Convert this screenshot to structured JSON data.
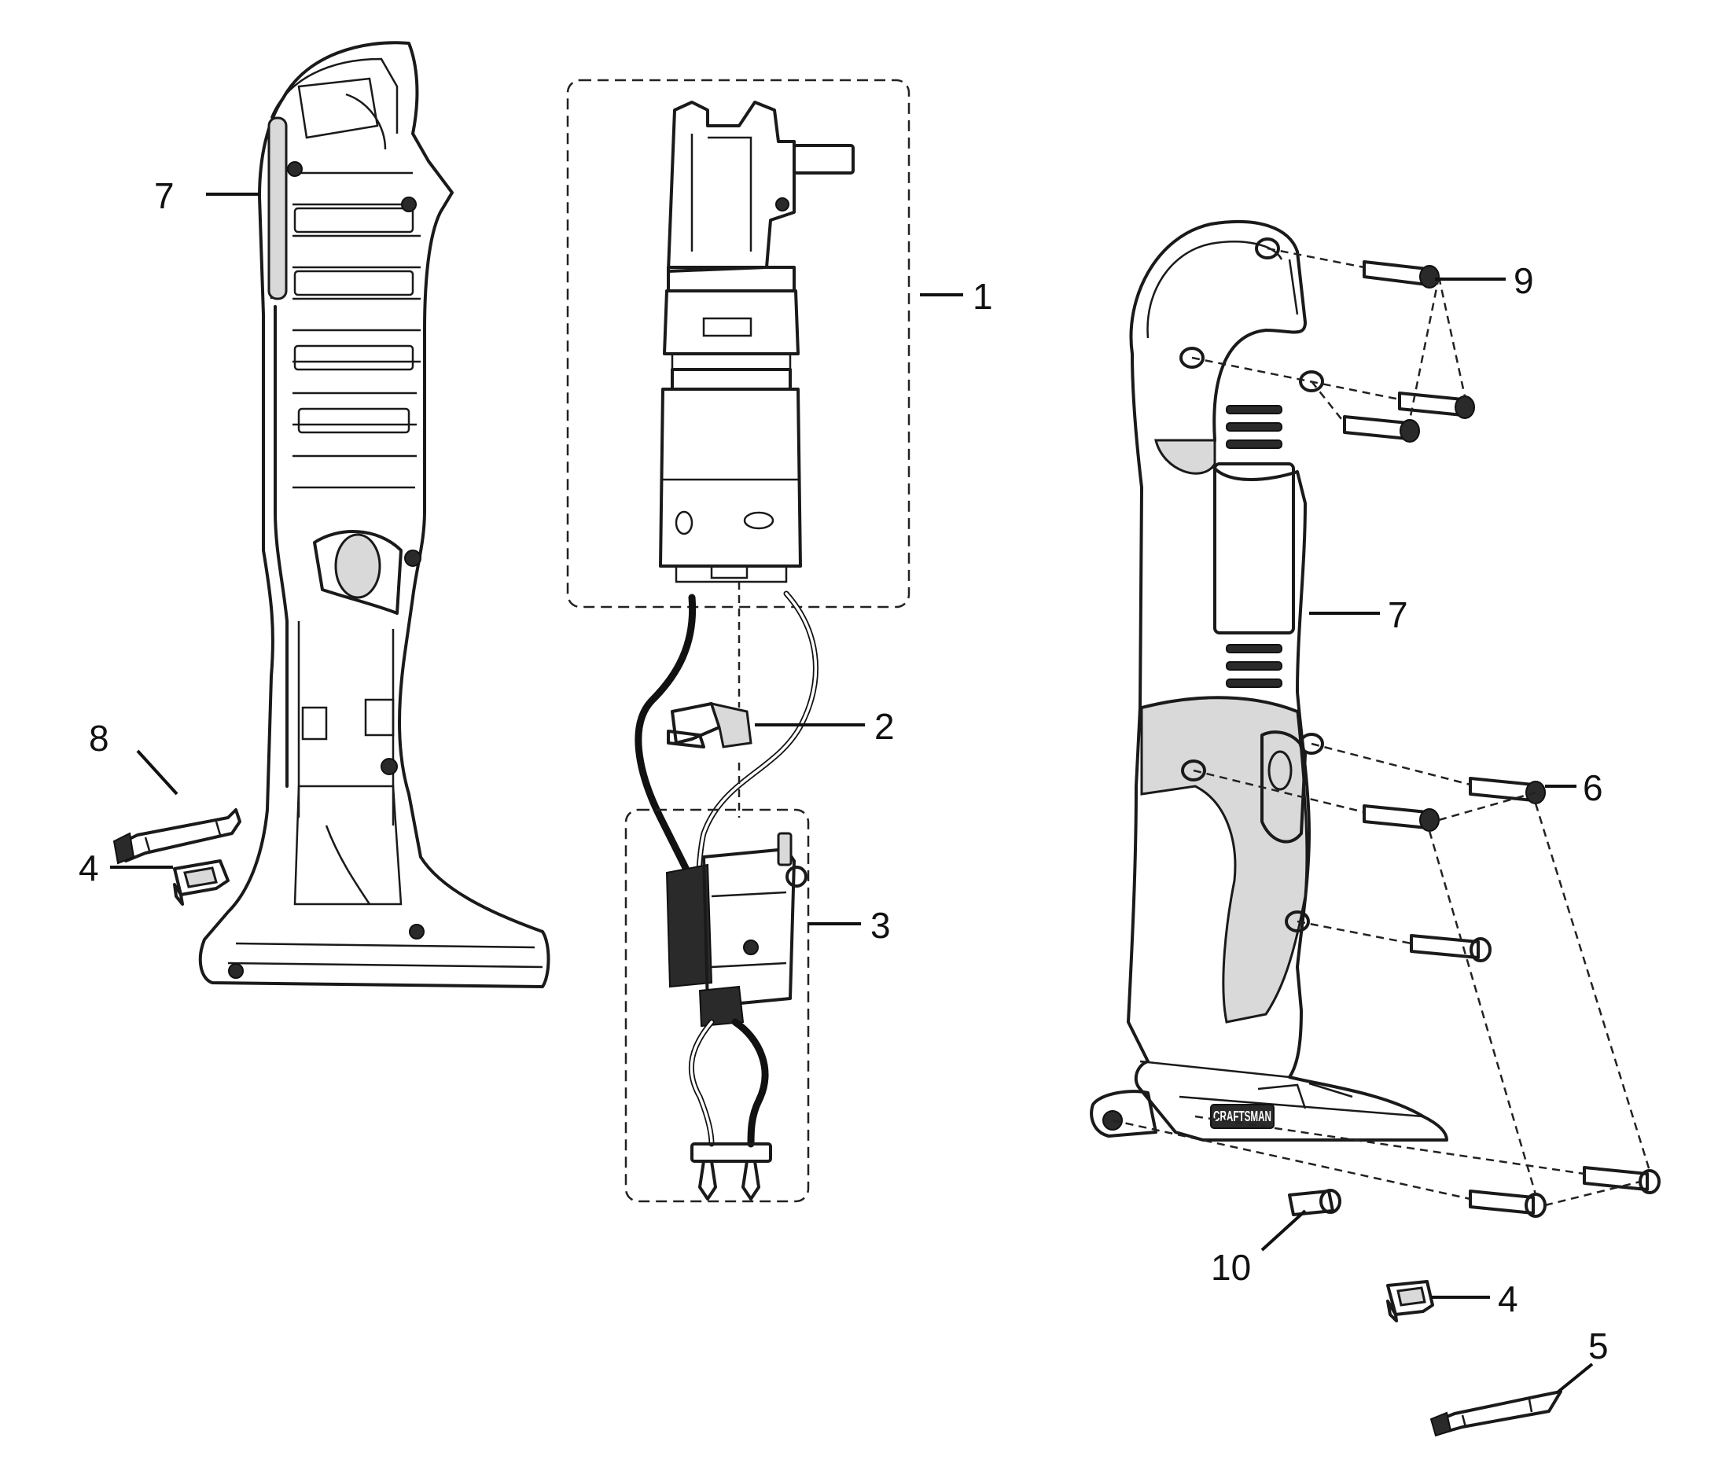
{
  "callouts": {
    "left_housing": "7",
    "left_bit": "8",
    "left_clip": "4",
    "motor_gear": "1",
    "switch_clip": "2",
    "switch_assembly": "3",
    "top_screws": "9",
    "right_housing": "7",
    "mid_screws": "6",
    "bottom_screw": "10",
    "right_clip": "4",
    "right_bit": "5"
  },
  "brand_mark": "CRAFTSMAN"
}
